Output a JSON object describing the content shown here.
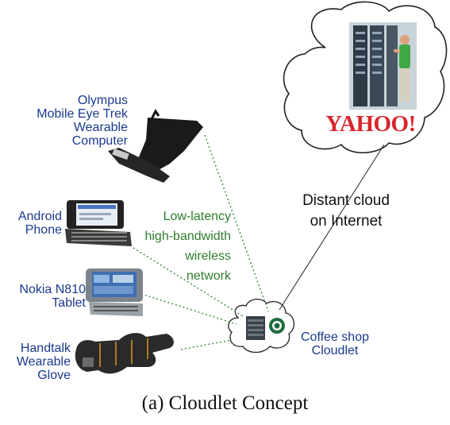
{
  "devices": [
    {
      "lines": [
        "Olympus",
        "Mobile Eye Trek",
        "Wearable",
        "Computer"
      ]
    },
    {
      "lines": [
        "Android",
        "Phone"
      ]
    },
    {
      "lines": [
        "Nokia N810",
        "Tablet"
      ]
    },
    {
      "lines": [
        "Handtalk",
        "Wearable",
        "Glove"
      ]
    }
  ],
  "network": {
    "lines": [
      "Low-latency",
      "high-bandwidth",
      "wireless",
      "network"
    ]
  },
  "cloud": {
    "lines": [
      "Distant cloud",
      "on Internet"
    ],
    "logo": "YAHOO!"
  },
  "cloudlet": {
    "lines": [
      "Coffee shop",
      "Cloudlet"
    ]
  },
  "caption": "(a) Cloudlet Concept",
  "colors": {
    "device_label": "#1a3a8f",
    "network_label": "#2e7d2e",
    "link_dotted": "#3a8a3a",
    "logo": "#d9262b"
  }
}
